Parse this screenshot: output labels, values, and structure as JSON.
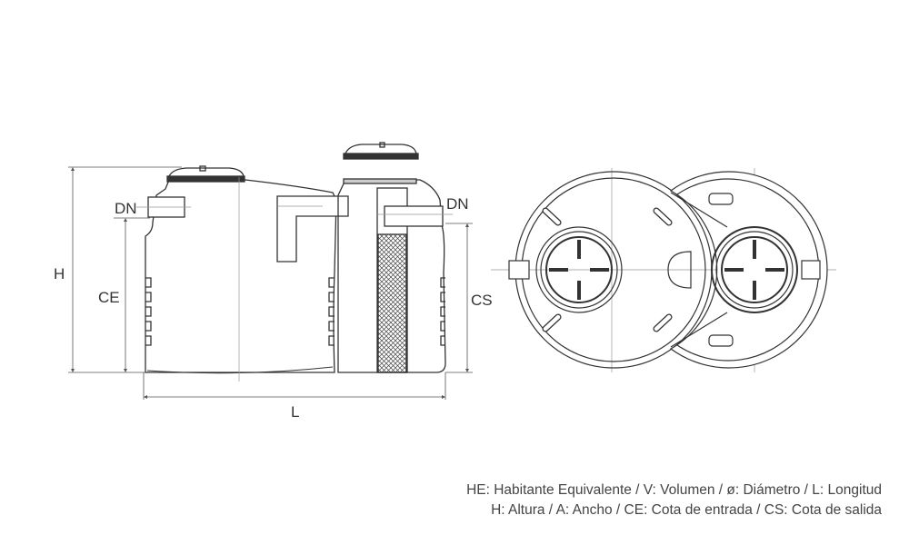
{
  "side_view": {
    "labels": {
      "H": "H",
      "CE": "CE",
      "CS": "CS",
      "DN_in": "DN",
      "DN_out": "DN",
      "L": "L"
    }
  },
  "legend": {
    "line1": "HE: Habitante Equivalente / V: Volumen / ø: Diámetro / L: Longitud",
    "line2": "H: Altura / A: Ancho / CE: Cota de entrada / CS: Cota de salida"
  },
  "colors": {
    "line": "#333333",
    "dim": "#555555",
    "text": "#444444"
  }
}
